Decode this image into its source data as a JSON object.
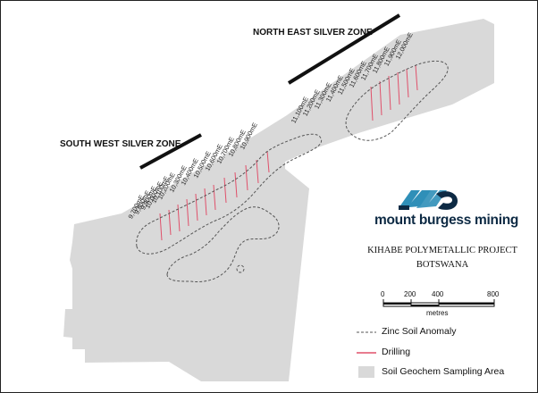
{
  "zones": {
    "north_east": "NORTH EAST SILVER ZONE",
    "south_west": "SOUTH WEST SILVER ZONE"
  },
  "grid_lines": [
    "9,700mE",
    "9,800mE",
    "9,900mE",
    "10,000mE",
    "10,100mE",
    "10,200mE",
    "10,300mE",
    "10,400mE",
    "10,500mE",
    "10,600mE",
    "10,700mE",
    "10,800mE",
    "10,900mE",
    "11,100mE",
    "11,200mE",
    "11,300mE",
    "11,400mE",
    "11,500mE",
    "11,600mE",
    "11,700mE",
    "11,800mE",
    "11,900mE",
    "12,000mE"
  ],
  "logo": {
    "text": "mount burgess mining",
    "icon": "mbm-logo-icon"
  },
  "project": {
    "title": "KIHABE POLYMETALLIC PROJECT",
    "country": "BOTSWANA"
  },
  "scale": {
    "ticks": [
      "0",
      "200",
      "400",
      "800"
    ],
    "unit": "metres"
  },
  "legend": [
    {
      "label": "Zinc Soil Anomaly",
      "symbol": "dashed-line"
    },
    {
      "label": "Drilling",
      "symbol": "red-line"
    },
    {
      "label": "Soil Geochem Sampling Area",
      "symbol": "grey-box"
    }
  ],
  "colors": {
    "sampling_area": "#d9d9d9",
    "drilling": "#e0506a",
    "anomaly": "#555555",
    "logo_blue": "#2f8fb8",
    "logo_dark": "#0d2a44"
  }
}
